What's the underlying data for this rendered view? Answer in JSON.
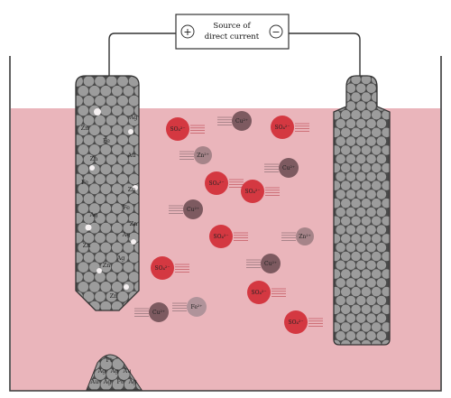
{
  "source": {
    "line1": "Source of",
    "line2": "direct current",
    "positive_sign": "+",
    "negative_sign": "−"
  },
  "colors": {
    "solution": "#eab5bb",
    "tank_wall": "#3a3a3a",
    "sphere": "#9c9c9c",
    "sulfate_ion": "#d43841",
    "copper_ion": "#7d5a60",
    "zinc_ion": "#a68489",
    "iron_ion": "#b0939a"
  },
  "ions": [
    {
      "kind": "sulfate",
      "label": "SO₄²⁻"
    },
    {
      "kind": "copper",
      "label": "Cu²⁺"
    },
    {
      "kind": "sulfate",
      "label": "SO₄²⁻"
    },
    {
      "kind": "zinc",
      "label": "Zn²⁺"
    },
    {
      "kind": "copper",
      "label": "Cu²⁺"
    },
    {
      "kind": "sulfate",
      "label": "SO₄²⁻"
    },
    {
      "kind": "sulfate",
      "label": "SO₄²⁻"
    },
    {
      "kind": "copper",
      "label": "Cu²⁺"
    },
    {
      "kind": "sulfate",
      "label": "SO₄²⁻"
    },
    {
      "kind": "zinc",
      "label": "Zn²⁺"
    },
    {
      "kind": "copper",
      "label": "Cu²⁺"
    },
    {
      "kind": "sulfate",
      "label": "SO₄²⁻"
    },
    {
      "kind": "sulfate",
      "label": "SO₄²⁻"
    },
    {
      "kind": "copper",
      "label": "Cu²⁺"
    },
    {
      "kind": "iron",
      "label": "Fe²⁺"
    },
    {
      "kind": "sulfate",
      "label": "SO₄²⁻"
    }
  ],
  "anode_metals": [
    "Ag",
    "Zn",
    "Fe",
    "Zn",
    "Au",
    "Fe",
    "Zn",
    "Fe",
    "Ag",
    "Zn",
    "Ag",
    "Zn",
    "Ag",
    "Zn",
    "Zn"
  ],
  "sludge_metals": [
    "Pt",
    "Ag",
    "Ag",
    "Au",
    "Au",
    "Ag",
    "Pt",
    "Ag"
  ]
}
